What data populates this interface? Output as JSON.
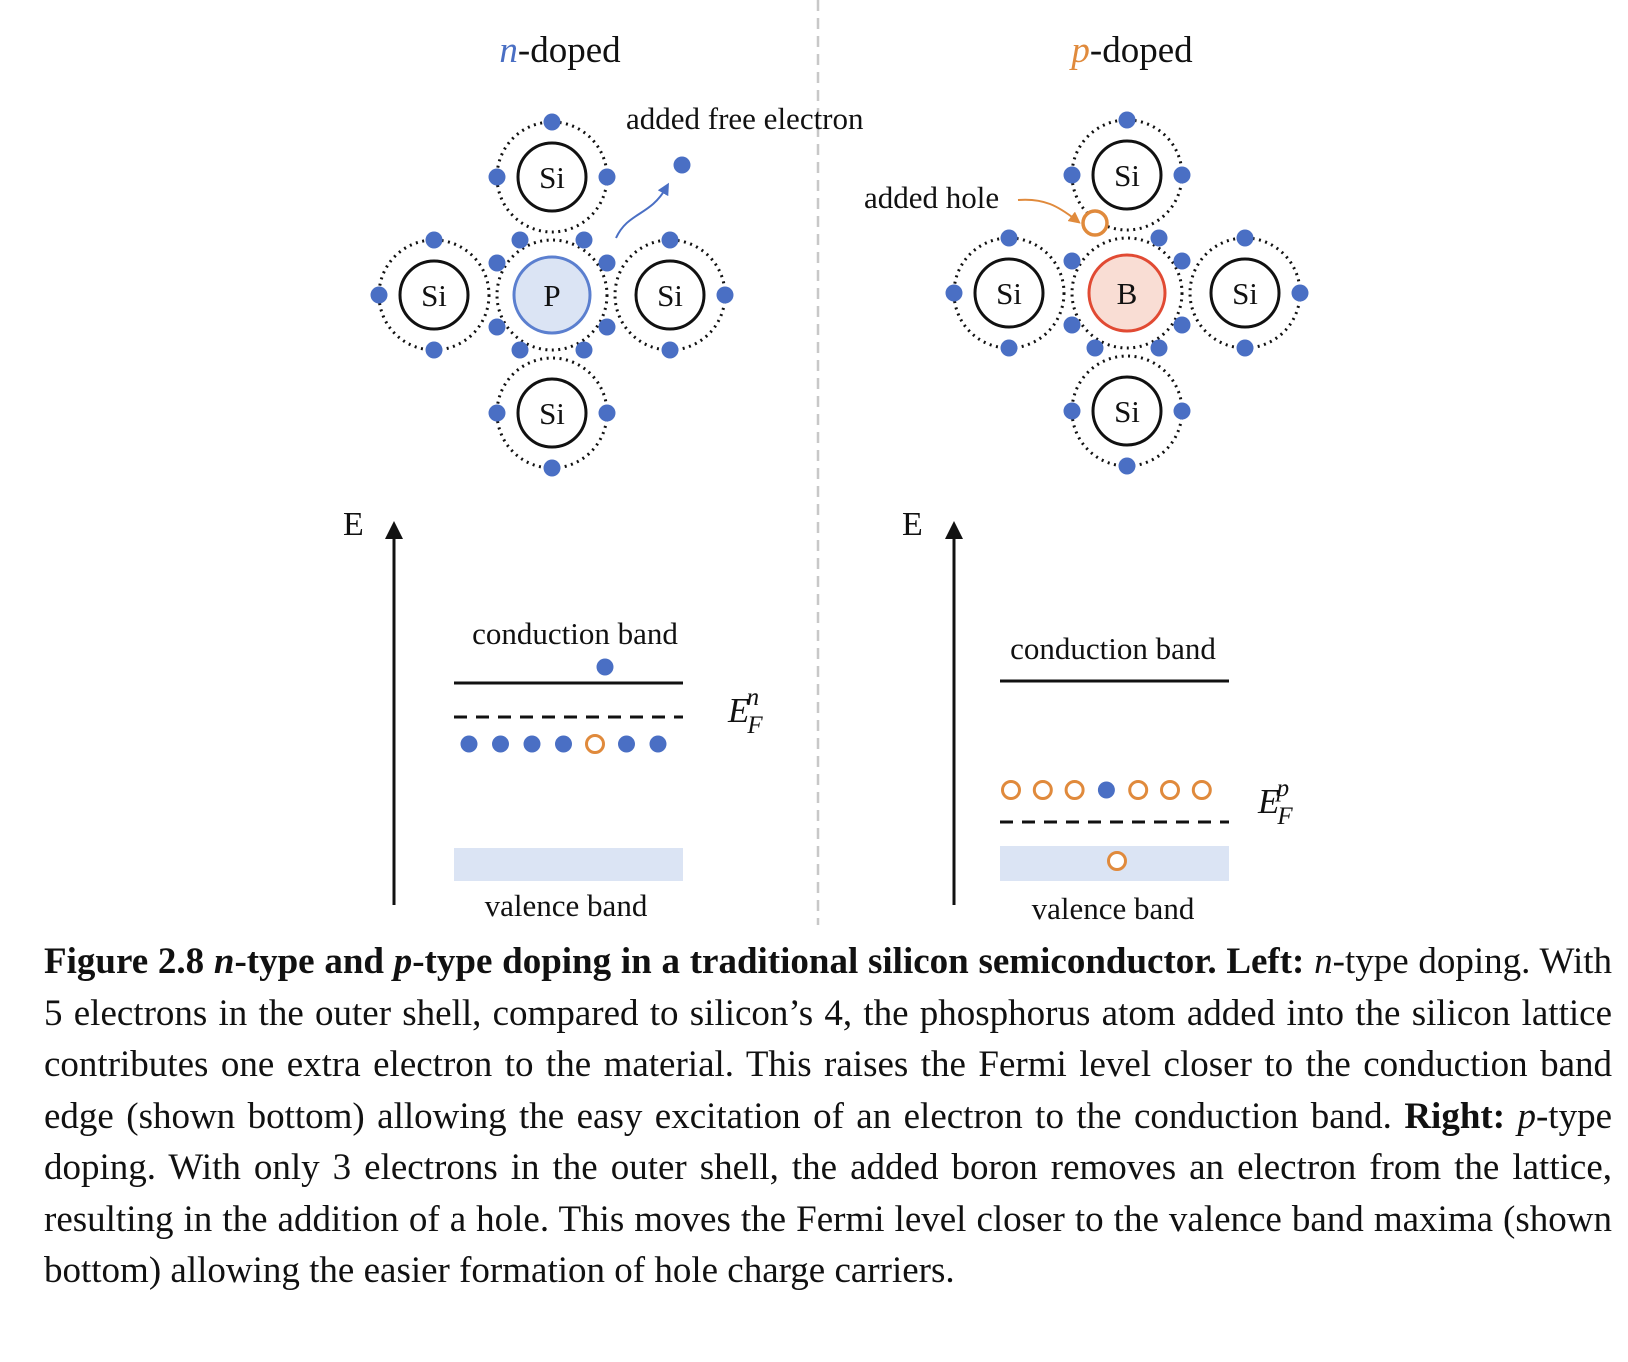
{
  "colors": {
    "electron": "#4a6fc4",
    "hole": "#e08a3c",
    "phosphorus_fill": "#dbe4f4",
    "phosphorus_stroke": "#5b7fcf",
    "boron_fill": "#f9ddd4",
    "boron_stroke": "#e14a33",
    "valence_fill": "#dbe4f4",
    "divider": "#c8c8c8",
    "ink": "#111111"
  },
  "panels": {
    "left": {
      "title_var": "n",
      "title_rest": "-doped",
      "dopant": "P",
      "si": [
        "Si",
        "Si",
        "Si",
        "Si"
      ],
      "annotation": "added free electron",
      "energy_label": "E",
      "conduction_label": "conduction band",
      "valence_label": "valence band",
      "fermi_main": "E",
      "fermi_sub": "F",
      "fermi_sup": "n",
      "level_carriers": [
        "electron",
        "electron",
        "electron",
        "electron",
        "hole",
        "electron",
        "electron"
      ],
      "conduction_carriers": [
        "electron"
      ],
      "valence_carriers": []
    },
    "right": {
      "title_var": "p",
      "title_rest": "-doped",
      "dopant": "B",
      "si": [
        "Si",
        "Si",
        "Si",
        "Si"
      ],
      "annotation": "added hole",
      "energy_label": "E",
      "conduction_label": "conduction band",
      "valence_label": "valence band",
      "fermi_main": "E",
      "fermi_sub": "F",
      "fermi_sup": "p",
      "level_carriers": [
        "hole",
        "hole",
        "hole",
        "electron",
        "hole",
        "hole",
        "hole"
      ],
      "conduction_carriers": [],
      "valence_carriers": [
        "hole"
      ]
    }
  },
  "caption": {
    "fig": "Figure 2.8 ",
    "n1": "n",
    "t1": "-type and ",
    "p1": "p",
    "t2": "-type doping in a traditional silicon semiconductor. Left:",
    "n2": "n",
    "t3": "-type doping. With 5 electrons in the outer shell, compared to silicon’s 4, the phosphorus atom added into the silicon lattice contributes one extra electron to the material. This raises the Fermi level closer to the conduction band edge (shown bottom) allowing the easy excitation of an electron to the conduction band. ",
    "right": "Right:",
    "p2": "p",
    "t4": "-type doping. With only 3 electrons in the outer shell, the added boron removes an electron from the lattice, resulting in the addition of a hole. This moves the Fermi level closer to the valence band maxima (shown bottom) allowing the easier formation of hole charge carriers."
  }
}
